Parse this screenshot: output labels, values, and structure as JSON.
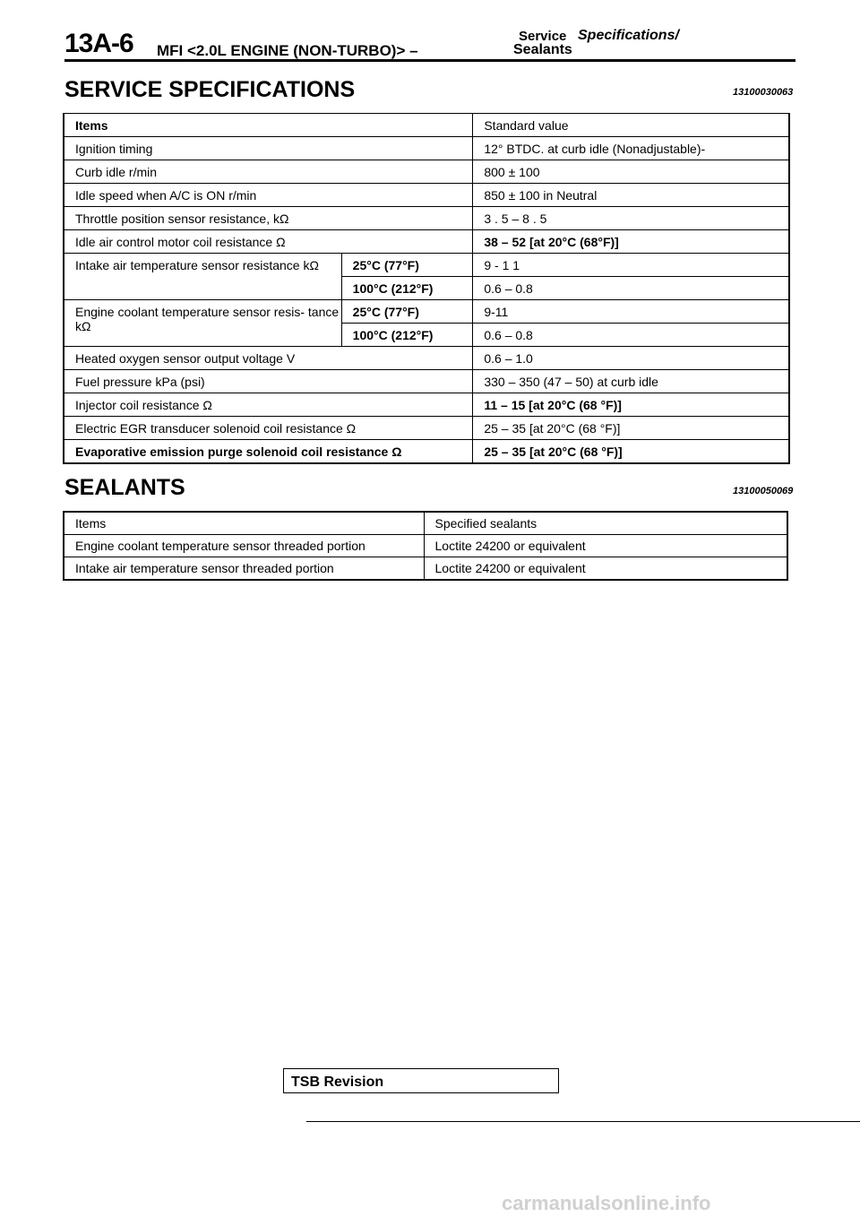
{
  "header": {
    "code": "13A-6",
    "service": "Service",
    "specifications": "Specifications/",
    "engine": "MFI <2.0L ENGINE (NON-TURBO)> –",
    "sealants": "Sealants"
  },
  "service_specs": {
    "title": "SERVICE SPECIFICATIONS",
    "code": "13100030063",
    "col_items": "Items",
    "col_value": "Standard value",
    "rows": [
      {
        "item": "Ignition timing",
        "value": "12° BTDC. at curb idle (Nonadjustable)-"
      },
      {
        "item": "Curb idle r/min",
        "value": "800 ± 100"
      },
      {
        "item": "Idle speed when A/C is ON r/min",
        "value": "850 ± 100 in Neutral"
      },
      {
        "item": "Throttle position sensor resistance, kΩ",
        "value": "3 . 5 – 8 . 5"
      },
      {
        "item": "Idle air control motor coil resistance Ω",
        "value": "38 – 52 [at 20°C (68°F)]"
      },
      {
        "item": "Intake air temperature sensor resistance kΩ",
        "cond1": "25°C (77°F)",
        "value1": "9 - 1 1",
        "cond2": "100°C (212°F)",
        "value2": "0.6 – 0.8"
      },
      {
        "item": "Engine coolant temperature sensor resis- tance kΩ",
        "cond1": "25°C (77°F)",
        "value1": "9-11",
        "cond2": "100°C (212°F)",
        "value2": "0.6 – 0.8"
      },
      {
        "item": "Heated oxygen sensor output voltage V",
        "value": "0.6 – 1.0"
      },
      {
        "item": "Fuel pressure kPa (psi)",
        "value": "330 – 350 (47 – 50) at curb idle"
      },
      {
        "item": "Injector coil resistance Ω",
        "value": "11 – 15 [at 20°C (68 °F)]"
      },
      {
        "item": "Electric EGR transducer solenoid coil resistance Ω",
        "value": "25 – 35 [at 20°C (68 °F)]"
      },
      {
        "item": "Evaporative emission purge solenoid coil resistance Ω",
        "value": "25 – 35 [at 20°C (68 °F)]"
      }
    ]
  },
  "sealants_section": {
    "title": "SEALANTS",
    "code": "13100050069",
    "col_items": "Items",
    "col_value": "Specified sealants",
    "rows": [
      {
        "item": "Engine coolant temperature sensor threaded portion",
        "value": "Loctite 24200 or equivalent"
      },
      {
        "item": "Intake air temperature sensor threaded portion",
        "value": "Loctite 24200 or equivalent"
      }
    ]
  },
  "footer": {
    "tsb": "TSB Revision",
    "watermark": "carmanualsonline.info"
  }
}
